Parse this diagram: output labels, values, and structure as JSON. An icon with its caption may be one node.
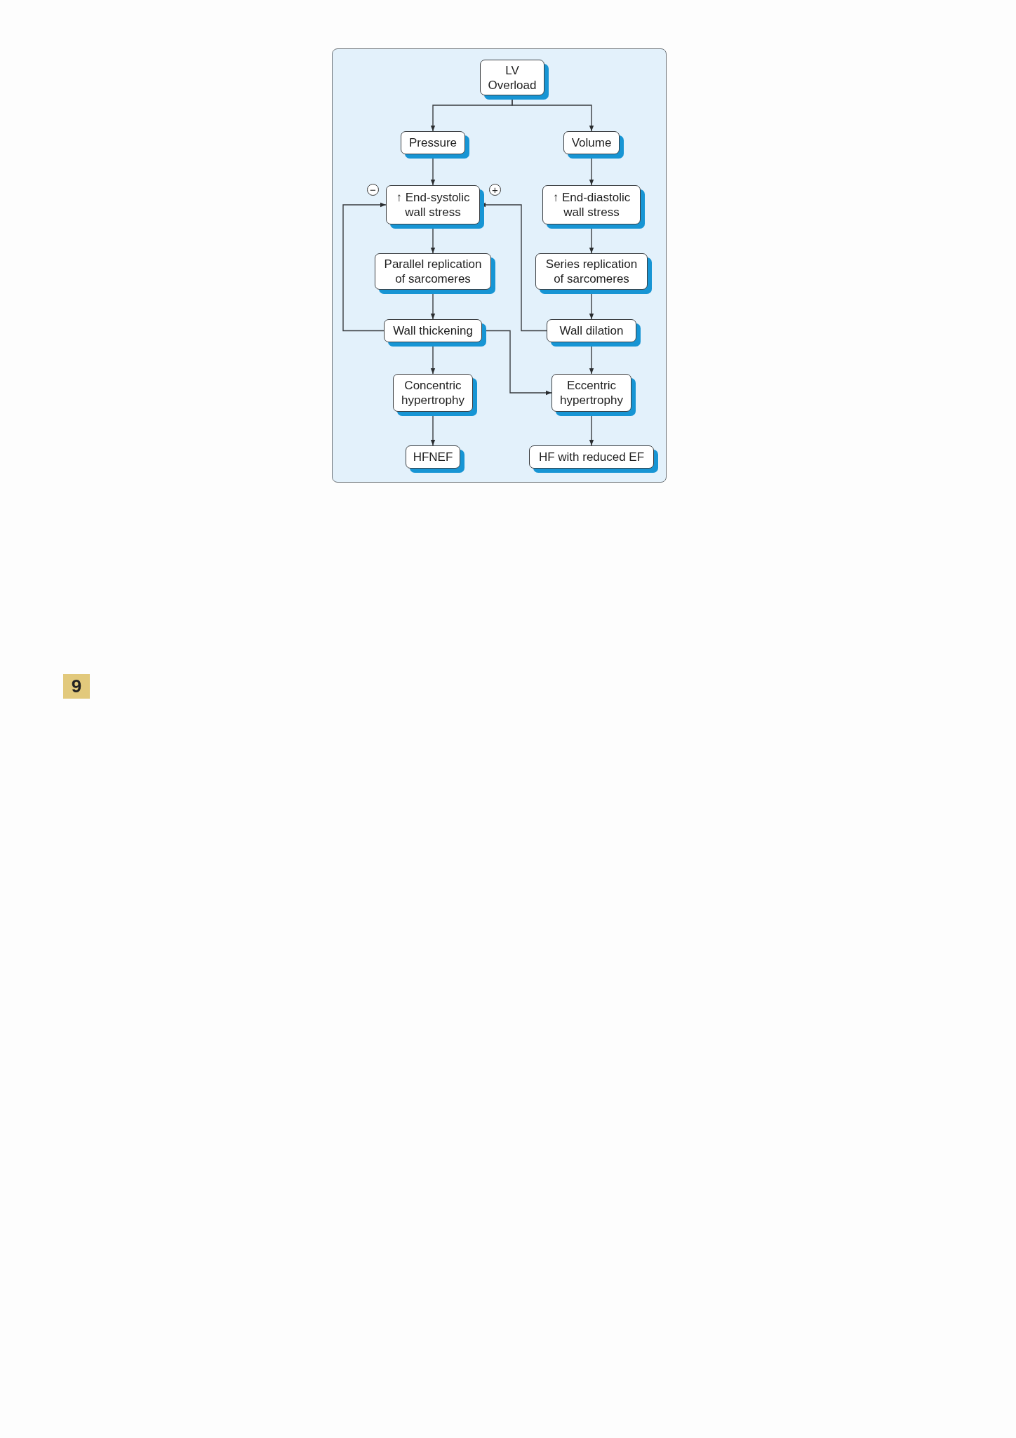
{
  "diagram": {
    "nodes": [
      {
        "text": [
          "LV Overload"
        ]
      },
      {
        "text": [
          "Pressure"
        ]
      },
      {
        "text": [
          "Volume"
        ]
      },
      {
        "text": [
          "↑ End-systolic wall stress"
        ]
      },
      {
        "text": [
          "↑ End-diastolic wall stress"
        ]
      },
      {
        "text": [
          "Parallel replication of sarcomeres"
        ]
      },
      {
        "text": [
          "Series replication of sarcomeres"
        ]
      },
      {
        "text": [
          "Wall thickening"
        ]
      },
      {
        "text": [
          "Wall dilation"
        ]
      },
      {
        "text": [
          "Concentric hypertrophy"
        ]
      },
      {
        "text": [
          "Eccentric hypertrophy"
        ]
      },
      {
        "text": [
          "HFNEF"
        ]
      },
      {
        "text": [
          "HF with reduced EF"
        ]
      }
    ],
    "edges": [
      {
        "from": 0,
        "to": 1,
        "arrow": "to"
      },
      {
        "from": 0,
        "to": 2,
        "arrow": "to"
      },
      {
        "from": 1,
        "to": 3,
        "arrow": "to"
      },
      {
        "from": 2,
        "to": 4,
        "arrow": "to"
      },
      {
        "from": 3,
        "to": 5,
        "arrow": "to"
      },
      {
        "from": 4,
        "to": 6,
        "arrow": "to"
      },
      {
        "from": 5,
        "to": 7,
        "arrow": "to"
      },
      {
        "from": 6,
        "to": 8,
        "arrow": "to"
      },
      {
        "from": 7,
        "to": 9,
        "arrow": "to"
      },
      {
        "from": 8,
        "to": 10,
        "arrow": "to"
      },
      {
        "from": 9,
        "to": 11,
        "arrow": "to"
      },
      {
        "from": 10,
        "to": 12,
        "arrow": "to"
      },
      {
        "from": 7,
        "to": 3,
        "arrow": "to"
      },
      {
        "from": 8,
        "to": 3,
        "arrow": "to"
      },
      {
        "from": 7,
        "to": 10,
        "arrow": "to"
      }
    ],
    "labels": [
      "−",
      "+",
      "9"
    ]
  }
}
